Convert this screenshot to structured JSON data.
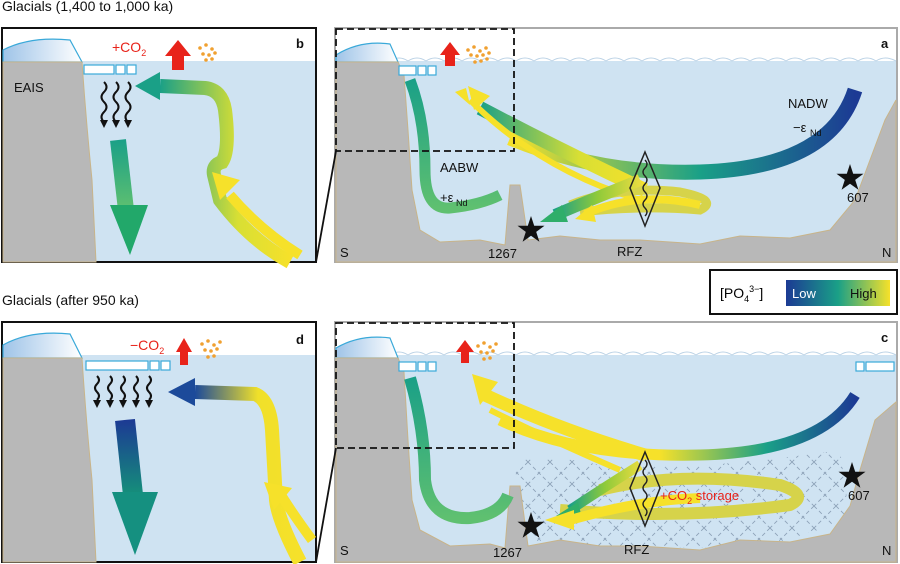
{
  "top_section": {
    "title": "Glacials (1,400 to 1,000 ka)"
  },
  "bottom_section": {
    "title": "Glacials (after 950 ka)"
  },
  "panels": {
    "a": "a",
    "b": "b",
    "c": "c",
    "d": "d"
  },
  "labels": {
    "eais": "EAIS",
    "nadw": "NADW",
    "aabw": "AABW",
    "eps_nd_neg": "−ε",
    "eps_nd_pos": "+ε",
    "nd_sub": "Nd",
    "co2_plus": "+CO",
    "co2_minus": "−CO",
    "two": "2",
    "co2_storage_pre": "+CO",
    "co2_storage_post": " storage",
    "south": "S",
    "north": "N",
    "rfz": "RFZ",
    "site_1267": "1267",
    "site_607": "607"
  },
  "legend": {
    "po4": "[PO",
    "po4_sub": "4",
    "po4_sup": "3−",
    "po4_close": "]",
    "low": "Low",
    "high": "High",
    "color_low": "#1c3a94",
    "color_mid": "#1aa087",
    "color_high": "#f6e12a"
  },
  "colors": {
    "ocean": "#cfe3f2",
    "seafloor": "#b8b8b8",
    "co2_arrow": "#e8231a",
    "dust": "#f0a030"
  }
}
